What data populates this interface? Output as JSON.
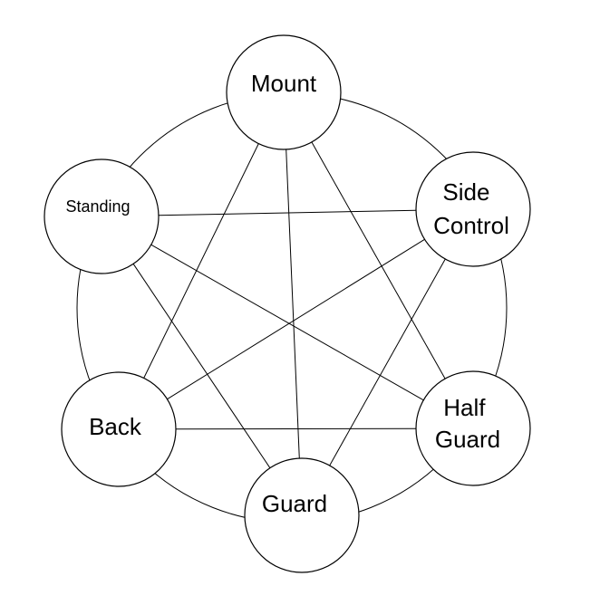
{
  "diagram": {
    "nodes": {
      "mount": {
        "label_lines": [
          "Mount"
        ]
      },
      "side_control": {
        "label_lines": [
          "Side",
          "Control"
        ]
      },
      "half_guard": {
        "label_lines": [
          "Half",
          "Guard"
        ]
      },
      "guard": {
        "label_lines": [
          "Guard"
        ]
      },
      "back": {
        "label_lines": [
          "Back"
        ]
      },
      "standing": {
        "label_lines": [
          "Standing"
        ]
      }
    },
    "edges": [
      [
        "mount",
        "back"
      ],
      [
        "mount",
        "guard"
      ],
      [
        "mount",
        "half_guard"
      ],
      [
        "standing",
        "side_control"
      ],
      [
        "standing",
        "half_guard"
      ],
      [
        "standing",
        "guard"
      ],
      [
        "side_control",
        "back"
      ],
      [
        "side_control",
        "guard"
      ],
      [
        "back",
        "half_guard"
      ]
    ],
    "colors": {
      "line": "#000000",
      "fill": "#ffffff",
      "text": "#000000"
    }
  }
}
